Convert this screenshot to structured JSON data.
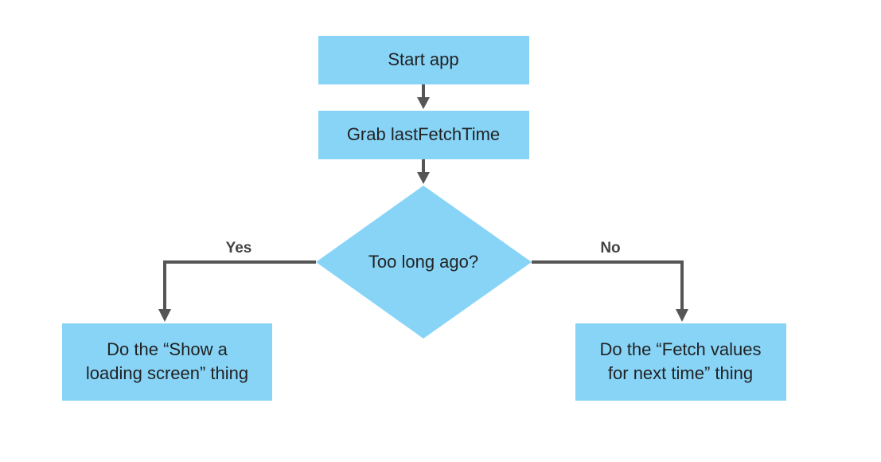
{
  "nodes": {
    "start": {
      "label": "Start app"
    },
    "grab": {
      "label": "Grab lastFetchTime"
    },
    "decision": {
      "label": "Too long ago?"
    },
    "yes_action": {
      "lines": [
        "Do the “Show a",
        "loading screen” thing"
      ]
    },
    "no_action": {
      "lines": [
        "Do the “Fetch values",
        "for next time” thing"
      ]
    }
  },
  "edges": {
    "yes_label": "Yes",
    "no_label": "No"
  },
  "colors": {
    "node_fill": "#87d4f7",
    "connector": "#555555",
    "text": "#222222"
  }
}
